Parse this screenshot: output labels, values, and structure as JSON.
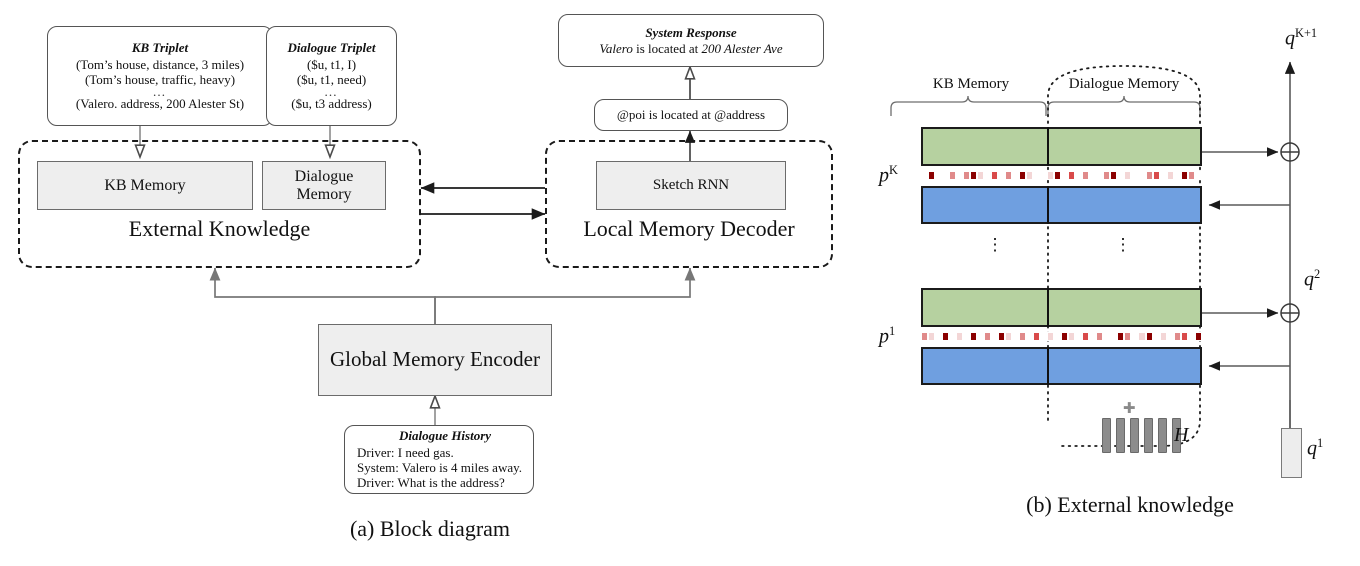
{
  "figure": {
    "captions": {
      "a": "(a) Block diagram",
      "b": "(b) External knowledge"
    }
  },
  "panel_a": {
    "kb_triplet": {
      "title": "KB Triplet",
      "lines": [
        "(Tom’s house, distance, 3 miles)",
        "(Tom’s house, traffic, heavy)"
      ],
      "ellipsis": "…",
      "last_line": "(Valero. address, 200 Alester St)"
    },
    "dialogue_triplet": {
      "title": "Dialogue Triplet",
      "lines": [
        "($u, t1, I)",
        "($u, t1, need)"
      ],
      "ellipsis": "…",
      "last_line": "($u, t3 address)"
    },
    "system_response": {
      "title": "System Response",
      "line_parts": {
        "entity": "Valero",
        "middle": " is located at ",
        "address": "200 Alester Ave"
      }
    },
    "sketch_template": "@poi is located at @address",
    "external_knowledge": {
      "label": "External Knowledge",
      "kb_memory": "KB Memory",
      "dialogue_memory": "Dialogue\nMemory"
    },
    "local_memory_decoder": {
      "label": "Local Memory Decoder",
      "sketch_rnn": "Sketch RNN"
    },
    "global_memory_encoder": "Global Memory Encoder",
    "dialogue_history": {
      "title": "Dialogue History",
      "lines": [
        "Driver: I need gas.",
        "System: Valero is 4 miles away.",
        "Driver: What is the address?"
      ]
    }
  },
  "panel_b": {
    "brace_labels": {
      "kb_memory": "KB Memory",
      "dialogue_memory": "Dialogue Memory"
    },
    "hop_labels": {
      "top": "p",
      "top_sup": "K",
      "bottom": "p",
      "bottom_sup": "1"
    },
    "query_labels": {
      "top": "q",
      "top_sup": "K+1",
      "middle": "q",
      "middle_sup": "2",
      "initial": "q",
      "initial_sup": "1"
    },
    "history_label": "H",
    "plus_glyph": "✚",
    "sum_glyph": "⊕",
    "ellipsis_vertical": "⋮",
    "colors": {
      "memory_embedding_green": "#b6d1a0",
      "memory_embedding_blue": "#6f9fe0",
      "attention_high": "#8b0000",
      "attention_mid": "#d94a4a",
      "attention_low": "#f3d6d6",
      "attention_zero": "#ffffff",
      "history_bar_gray": "#8c8c8c",
      "query_box_gray": "#ededed"
    },
    "attention_top": [
      0.05,
      0.85,
      0.05,
      0.05,
      0.35,
      0.05,
      0.45,
      0.9,
      0.3,
      0.05,
      0.8,
      0.05,
      0.4,
      0.05,
      0.95,
      0.25,
      0.05,
      0.05,
      0.3,
      1.0,
      0.05,
      0.75,
      0.05,
      0.35,
      0.05,
      0.05,
      0.4,
      0.9,
      0.05,
      0.3,
      0.05,
      0.05,
      0.45,
      0.8,
      0.05,
      0.25,
      0.05,
      0.95,
      0.35,
      0.05
    ],
    "attention_bottom": [
      0.35,
      0.25,
      0.05,
      0.9,
      0.05,
      0.3,
      0.05,
      0.85,
      0.05,
      0.4,
      0.05,
      0.95,
      0.3,
      0.05,
      0.35,
      0.05,
      0.8,
      0.05,
      0.25,
      0.05,
      0.9,
      0.3,
      0.05,
      0.75,
      0.05,
      0.35,
      0.05,
      0.05,
      0.85,
      0.4,
      0.05,
      0.3,
      0.95,
      0.05,
      0.25,
      0.05,
      0.4,
      0.8,
      0.05,
      0.9
    ],
    "history_bar_count": 6
  }
}
